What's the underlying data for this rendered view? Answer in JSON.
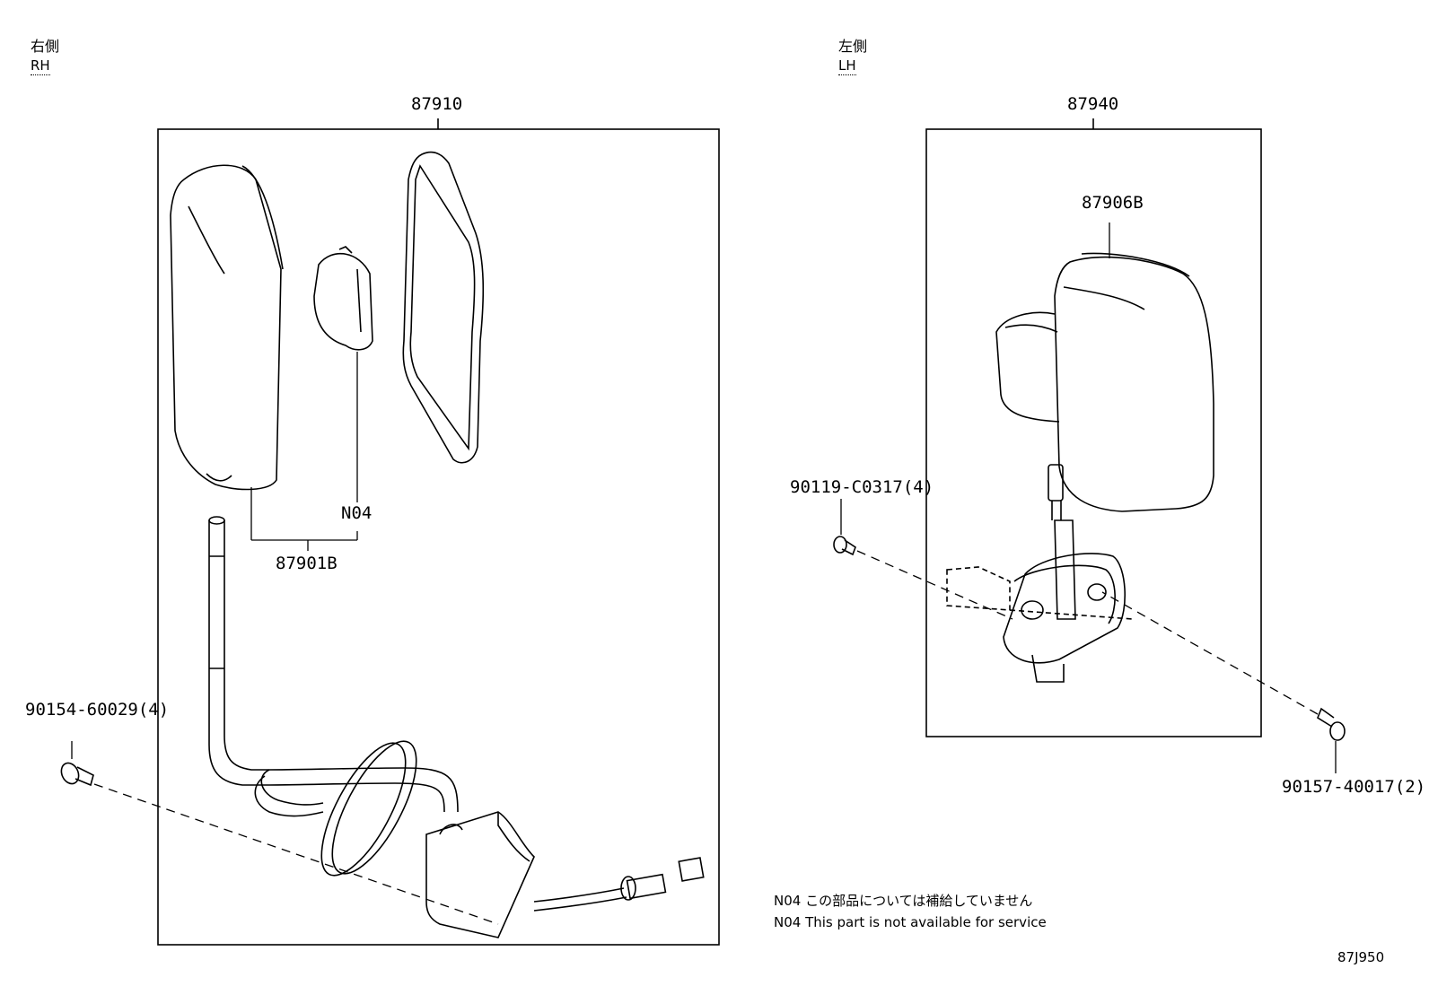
{
  "rh": {
    "jp": "右側",
    "en": "RH",
    "assembly": "87910"
  },
  "lh": {
    "jp": "左側",
    "en": "LH",
    "assembly": "87940"
  },
  "parts": {
    "p87901b": "87901B",
    "n04": "N04",
    "p87906b": "87906B",
    "screw_rh": "90154-60029(4)",
    "screw_lh_top": "90119-C0317(4)",
    "screw_lh_bottom": "90157-40017(2)"
  },
  "notes": {
    "jp": "N04 この部品については補給していません",
    "en": "N04 This part is not available for service"
  },
  "diagram_code": "87J950"
}
